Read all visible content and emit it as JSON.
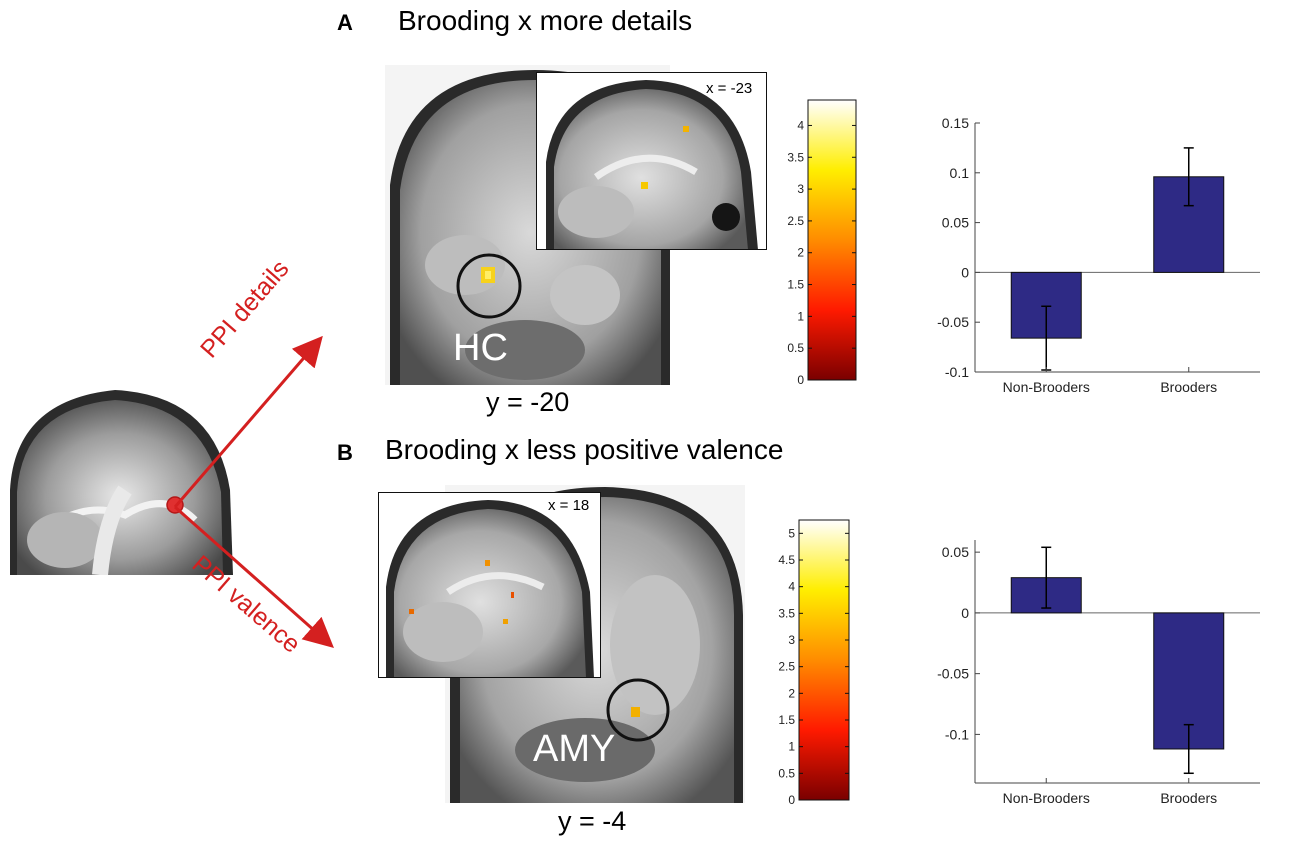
{
  "panels": {
    "a": {
      "letter": "A",
      "title": "Brooding x more details",
      "slice_label": "y = -20",
      "inset_label": "x = -23",
      "region_label": "HC"
    },
    "b": {
      "letter": "B",
      "title": "Brooding x less positive valence",
      "slice_label": "y = -4",
      "inset_label": "x = 18",
      "region_label": "AMY"
    }
  },
  "seed": {
    "arrow_up_label": "PPI details",
    "arrow_down_label": "PPI valence"
  },
  "colorbars": {
    "a": {
      "ticks": [
        "0",
        "0.5",
        "1",
        "1.5",
        "2",
        "2.5",
        "3",
        "3.5",
        "4"
      ],
      "max": 4.4
    },
    "b": {
      "ticks": [
        "0",
        "0.5",
        "1",
        "1.5",
        "2",
        "2.5",
        "3",
        "3.5",
        "4",
        "4.5",
        "5"
      ],
      "max": 5.25
    }
  },
  "colors": {
    "bar": "#2e2a85",
    "annotation": "#d42020"
  },
  "chart_data": [
    {
      "type": "bar",
      "categories": [
        "Non-Brooders",
        "Brooders"
      ],
      "values": [
        -0.066,
        0.096
      ],
      "errors": [
        0.032,
        0.029
      ],
      "ylim": [
        -0.1,
        0.15
      ],
      "yticks": [
        "-0.1",
        "-0.05",
        "0",
        "0.05",
        "0.1",
        "0.15"
      ]
    },
    {
      "type": "bar",
      "categories": [
        "Non-Brooders",
        "Brooders"
      ],
      "values": [
        0.029,
        -0.112
      ],
      "errors": [
        0.025,
        0.02
      ],
      "ylim": [
        -0.14,
        0.06
      ],
      "yticks": [
        "-0.1",
        "-0.05",
        "0",
        "0.05"
      ]
    }
  ]
}
